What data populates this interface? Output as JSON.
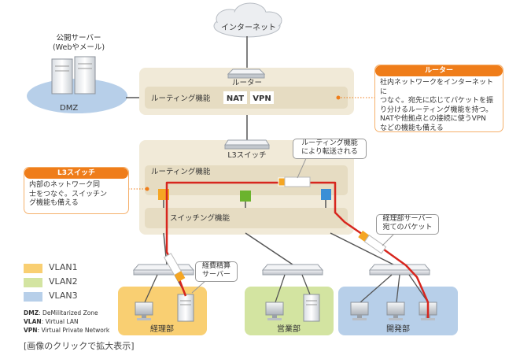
{
  "internet_label": "インターネット",
  "router": {
    "label": "ルーター",
    "function_label": "ルーティング機能",
    "badges": [
      "NAT",
      "VPN"
    ]
  },
  "public_server": {
    "caption_line1": "公開サーバー",
    "caption_line2": "(Webやメール)",
    "zone_label": "DMZ"
  },
  "router_callout": {
    "title": "ルーター",
    "lines": [
      "社内ネットワークをインターネットに",
      "つなぐ。宛先に応じてパケットを振",
      "り分けるルーティング機能を持つ。",
      "NATや他拠点との接続に使うVPN",
      "などの機能も備える"
    ]
  },
  "l3switch": {
    "label": "L3スイッチ",
    "routing_label": "ルーティング機能",
    "switching_label": "スイッチング機能"
  },
  "l3_callout": {
    "title": "L3スイッチ",
    "lines": [
      "内部のネットワーク同",
      "士をつなぐ。スイッチン",
      "グ機能も備える"
    ]
  },
  "routing_tag": [
    "ルーティング機能",
    "により転送される"
  ],
  "packet_tag": [
    "経理部サーバー",
    "宛てのパケット"
  ],
  "server_tag": [
    "経費精算",
    "サーバー"
  ],
  "departments": [
    "経理部",
    "営業部",
    "開発部"
  ],
  "legend": [
    {
      "label": "VLAN1",
      "color": "#f9cf72"
    },
    {
      "label": "VLAN2",
      "color": "#d3e4a1"
    },
    {
      "label": "VLAN3",
      "color": "#b7cfe9"
    }
  ],
  "abbreviations": [
    {
      "abbr": "DMZ",
      "text": ": DeMilitarized Zone"
    },
    {
      "abbr": "VLAN",
      "text": ": Virtual LAN"
    },
    {
      "abbr": "VPN",
      "text": ": Virtual Private Network"
    }
  ],
  "footer_link": "[画像のクリックで拡大表示]",
  "colors": {
    "packet_path": "#d7261e",
    "accent": "#ef7d1a",
    "vlan1": "#f9cf72",
    "vlan2": "#d3e4a1",
    "vlan3": "#b7cfe9",
    "panel": "#f1ead8",
    "inner_panel": "#e6dcc2"
  }
}
